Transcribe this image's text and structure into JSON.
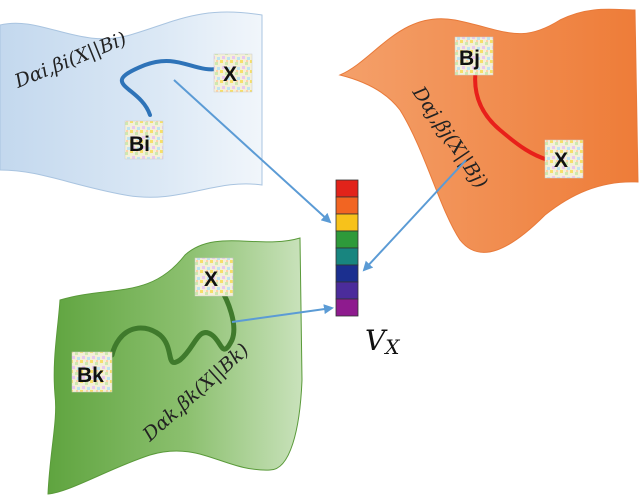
{
  "manifolds": {
    "blue": {
      "divergence_label": "D^{αi,βi}(X||Bi)",
      "divergence_text": "Dαi,βi(X||Bi)",
      "basis_label": "Bi",
      "sample_label": "X",
      "color": "#c8dcef",
      "curve_color": "#2e73b8"
    },
    "orange": {
      "divergence_text": "Dαj,βj(X||Bj)",
      "basis_label": "Bj",
      "sample_label": "X",
      "color": "#f08a4b",
      "curve_color": "#e8201a"
    },
    "green": {
      "divergence_text": "Dαk,βk(X||Bk)",
      "basis_label": "Bk",
      "sample_label": "X",
      "color": "#6fb04f",
      "curve_color": "#3f7a2c"
    }
  },
  "vector": {
    "label": "V",
    "label_sub": "X",
    "segment_colors": [
      "#e2231a",
      "#f26522",
      "#f7c21b",
      "#2e9a3a",
      "#18857f",
      "#1b2f8f",
      "#4b2c9b",
      "#8e1b8e"
    ]
  },
  "arrow_color": "#5b9bd5"
}
